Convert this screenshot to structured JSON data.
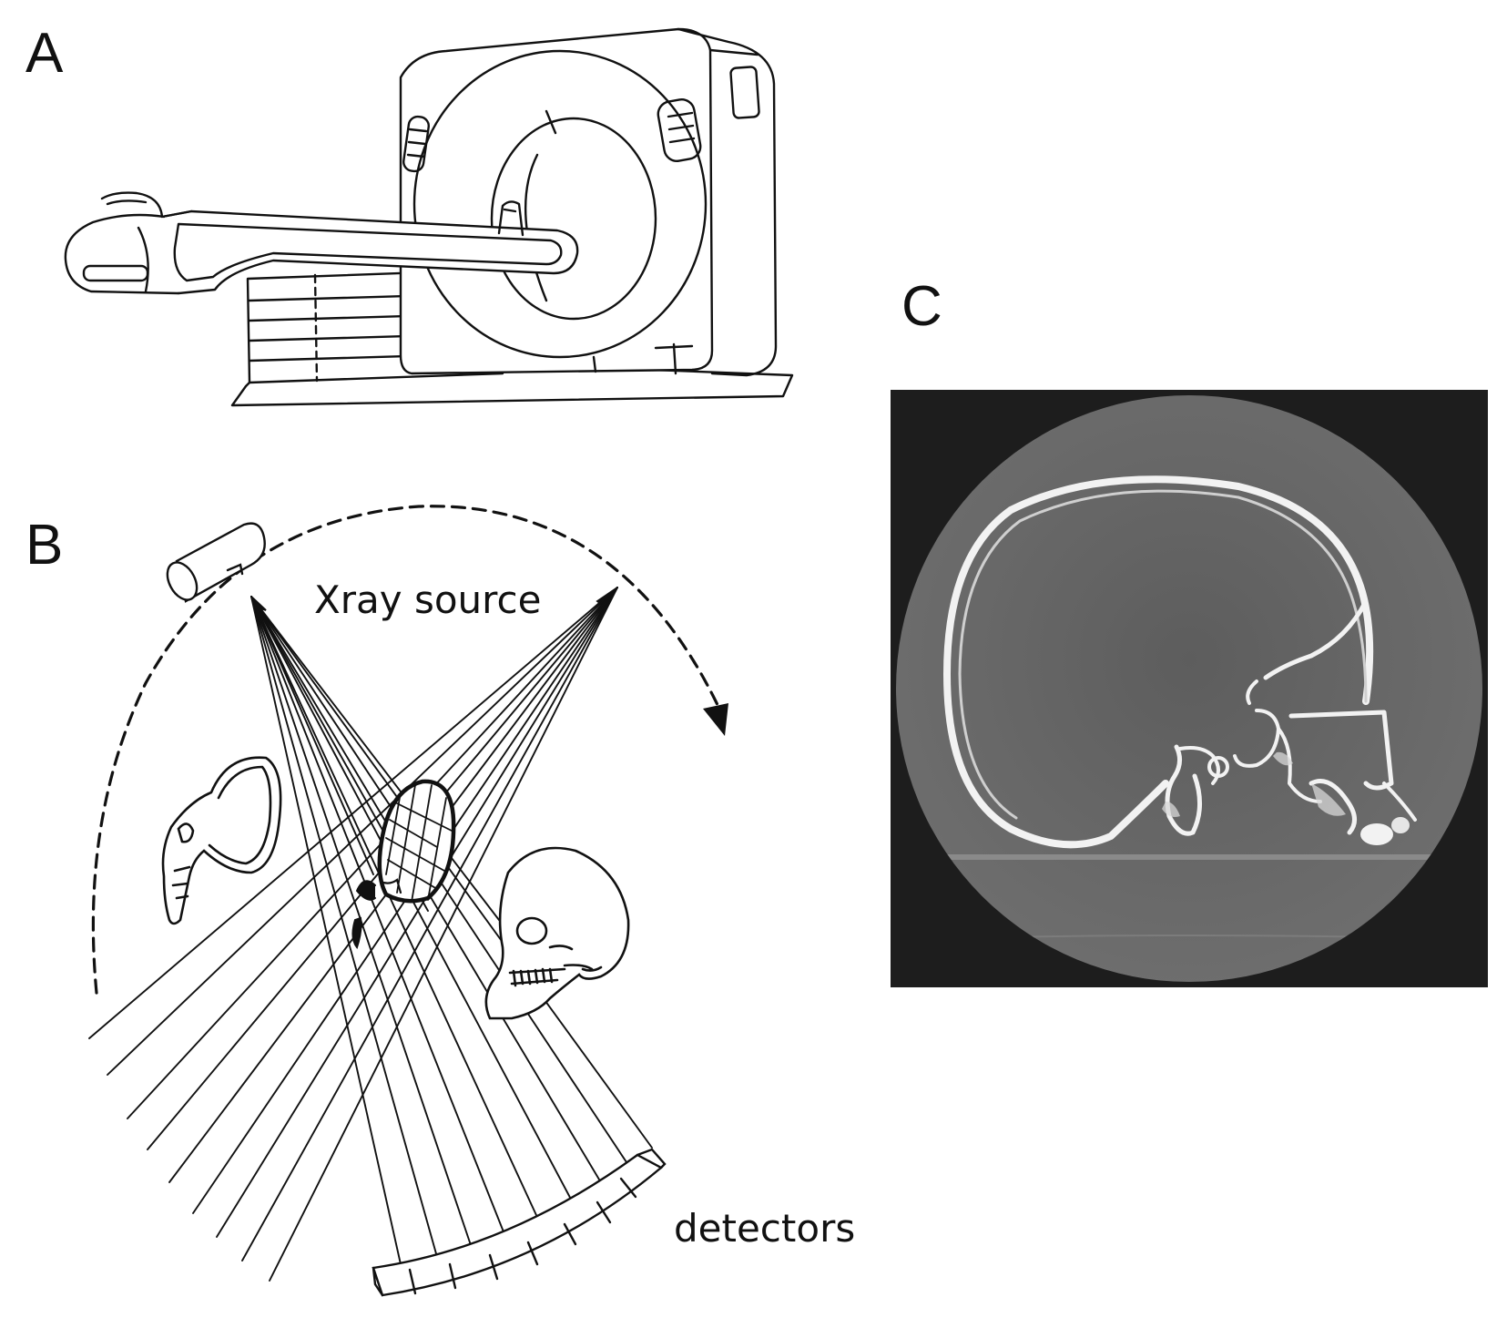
{
  "panels": {
    "a": "A",
    "b": "B",
    "c": "C"
  },
  "labels": {
    "xray_source": "Xray source",
    "detectors": "detectors"
  },
  "colors": {
    "line": "#111111",
    "ct_background": "#1d1d1d",
    "ct_field": "#6d6d6d",
    "bone": "#f2f2f2"
  }
}
